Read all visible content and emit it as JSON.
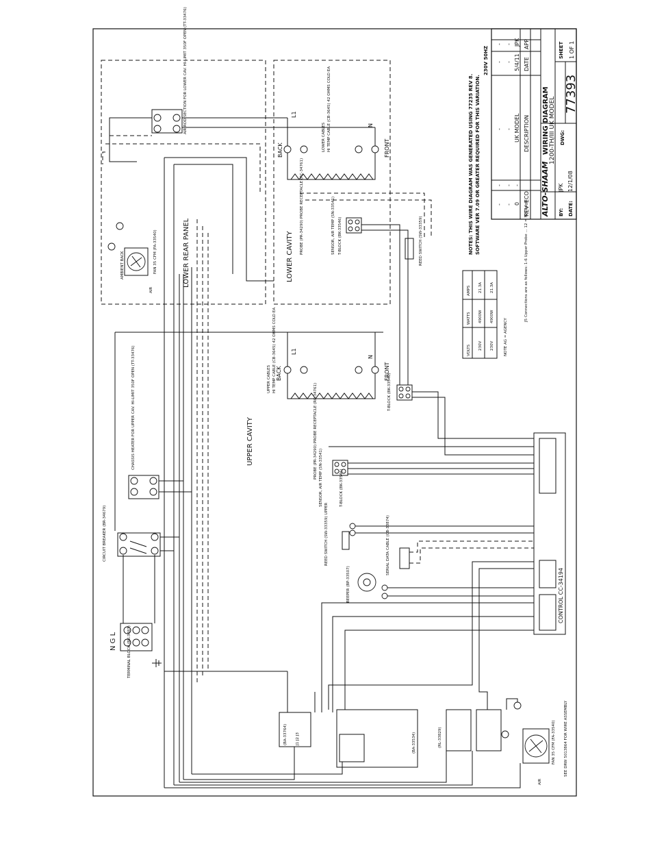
{
  "notes": {
    "line1": "NOTES: THIS WIRE DIAGRAM WAS GENERATED USING 77235 REV 8.",
    "line2": "SOFTWARE VER 7.09 OR GREATER REQUIRED FOR THIS VARIATION."
  },
  "title_block": {
    "voltage": "230V 50HZ",
    "rev_rows": [
      {
        "rev": "-",
        "eco": "-",
        "description": "-",
        "date": "-",
        "app": "-"
      },
      {
        "rev": "-",
        "eco": "-",
        "description": "-",
        "date": "-",
        "app": "-"
      },
      {
        "rev": "0",
        "eco": "-",
        "description": "UK MODEL",
        "date": "5/4/11",
        "app": "JPK"
      }
    ],
    "col_rev": "REV",
    "col_eco": "ECO",
    "col_description": "DESCRIPTION",
    "col_date": "DATE",
    "col_app": "APP",
    "brand": "ALTO-SHAAM",
    "diagram_title": "WIRING DIAGRAM",
    "model": "1200-TH/III UK MODEL",
    "by_label": "BY:",
    "by": "JPK",
    "date_label": "DATE:",
    "date": "12/1/08",
    "dwg_label": "DWG:",
    "dwg": "77393",
    "sheet_label": "SHEET",
    "sheet": "1 OF 1"
  },
  "rating_table": {
    "col_volts": "VOLTS",
    "col_watts": "WATTS",
    "col_amps": "AMPS",
    "rows": [
      {
        "volts": "230V",
        "watts": "4900W",
        "amps": "21.3A"
      },
      {
        "volts": "230V",
        "watts": "4900W",
        "amps": "21.3A"
      }
    ],
    "footnote": "NOTE AG = AGENCY"
  },
  "cavities": {
    "lower": "LOWER CAVITY",
    "lower_rear_panel": "LOWER REAR PANEL",
    "upper": "UPPER CAVITY"
  },
  "labels": {
    "back": "BACK",
    "front": "FRONT",
    "l1": "L1",
    "n": "N",
    "ngl": "N  G  L",
    "lower_cables": "LOWER CABLES",
    "lower_cable_spec": "HI TEMP CABLE (CB-3645) 42 OHMS COLD EA",
    "upper_cables": "UPPER CABLES",
    "upper_cable_spec": "HI TEMP CABLE (CB-3645) 42 OHMS COLD EA",
    "probe_lower": "PROBE (PR-34290) PROBE RECEPTACLE (RC-34761)",
    "sensor_lower": "SENSOR, AIR TEMP (SN-33541)",
    "tblock_lower": "T-BLOCK (BK-33546)",
    "reed_lower": "REED SWITCH (SW-33359)",
    "probe_upper": "PROBE (PR-34290) PROBE RECEPTACLE (RC-34761)",
    "sensor_upper": "SENSOR, AIR TEMP (SN-33541)",
    "tblock_upper": "T-BLOCK (BK-33546)",
    "tblock_mid": "T-BLOCK (BK-33546)",
    "reed_upper": "REED SWITCH (SW-33359) UPPER",
    "serial_cable": "SERIAL DATA CABLE (CB-33874)",
    "beeper": "BEEPER (BP-33507)",
    "control": "CONTROL CC-34194",
    "terminal_block": "TERMINAL BLOCK (BK-3483)",
    "circuit_breaker": "CIRCUIT BREAKER (BR-34679)",
    "hi_limit_upper": "CHASSIS HEATER FOR UPPER CAV. HI-LIMIT 350F OPEN (TT-33476)",
    "hi_limit_lower": "AIR ROD SECTION FOR LOWER CAV. HI-LIMIT 350F OPEN (TT-33476)",
    "fan_lower": "FAN 35 CFM (FA-33540)",
    "ambient_back": "AMBIENT BACK",
    "air": "AIR",
    "fan_bottom": "FAN 35 CFM (FA-33540)",
    "relay_a": "(RL-33829)",
    "relay_b": "(BA-33764)",
    "power_supply": "(BA-33534)",
    "j_labels": "J1  J2  J3",
    "see_drw": "SEE DRW 5013864 FOR WIRE ASSEMBLY",
    "j5_notes": "J5 Connections are as follows: 1-6 Upper Probe ... 12 = N/C Logic"
  },
  "colors": {
    "line": "#111111",
    "paper": "#ffffff"
  }
}
